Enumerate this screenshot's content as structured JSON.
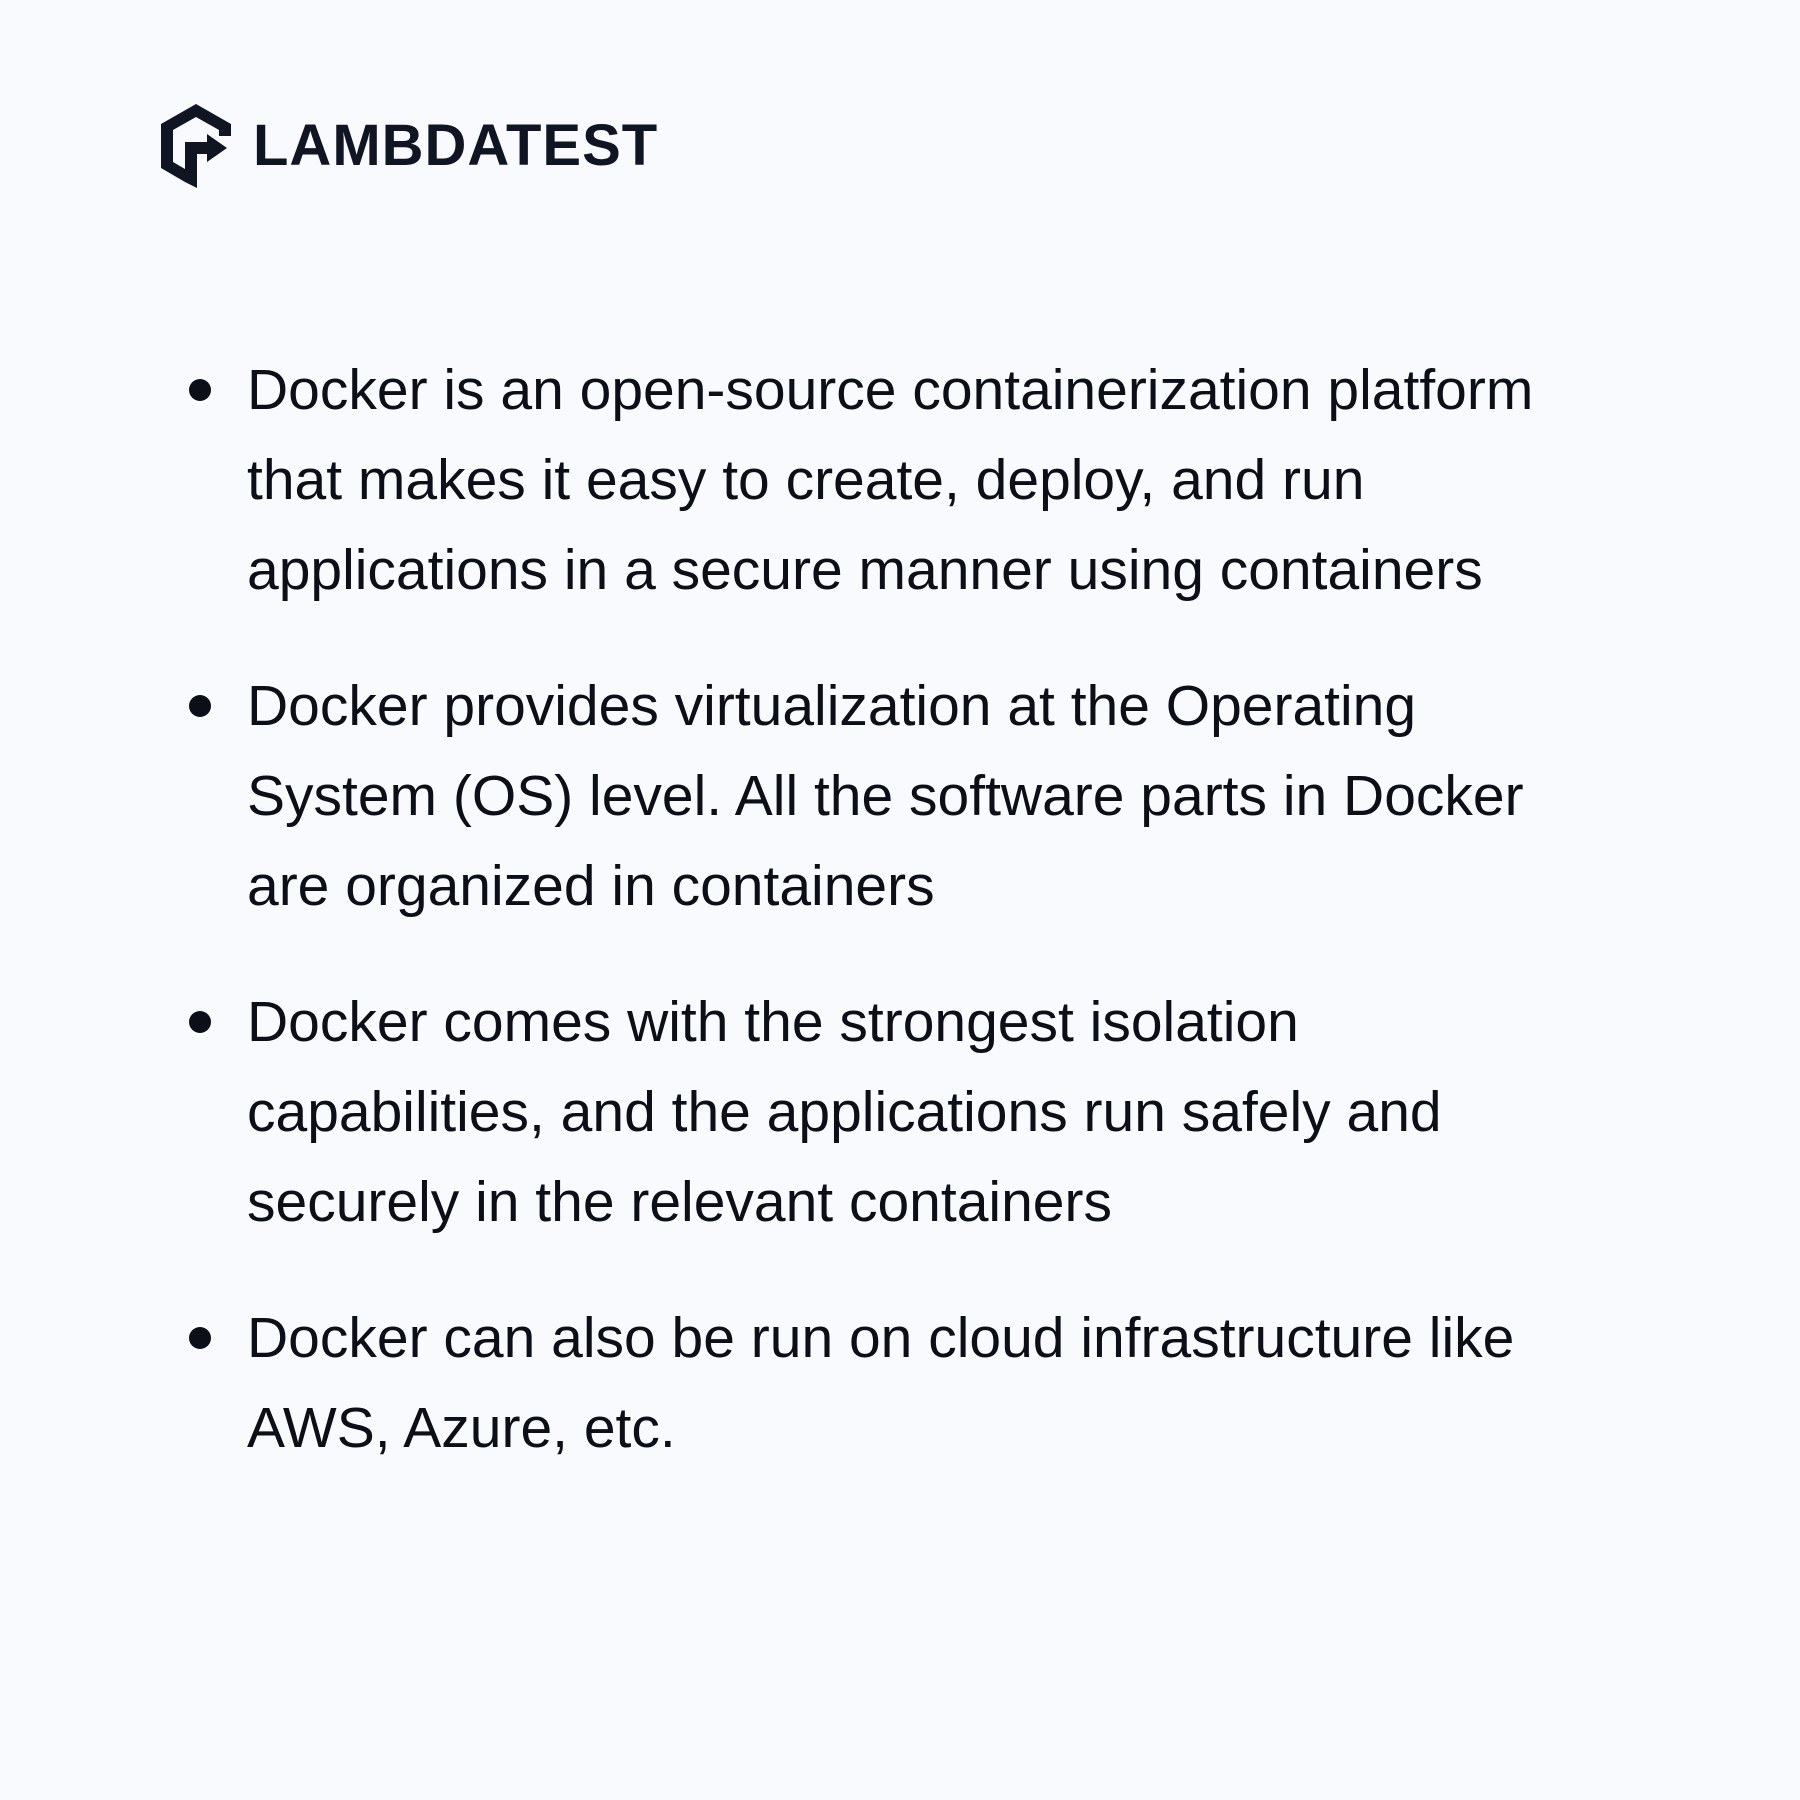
{
  "brand": {
    "name": "LAMBDATEST",
    "logo_icon": "lambdatest-logo-icon",
    "color": "#101524"
  },
  "content": {
    "bullets": [
      "Docker is an open-source containerization platform that makes it easy to create, deploy, and run applications in a secure manner using containers",
      "Docker provides virtualization at the Operating System (OS) level. All the software parts in Docker are organized in containers",
      "Docker comes with the strongest isolation capabilities, and the applications run safely and securely in the relevant containers",
      "Docker can also be run on cloud infrastructure like AWS, Azure, etc."
    ]
  },
  "colors": {
    "background": "#f9fafe",
    "text": "#0c0f18"
  }
}
